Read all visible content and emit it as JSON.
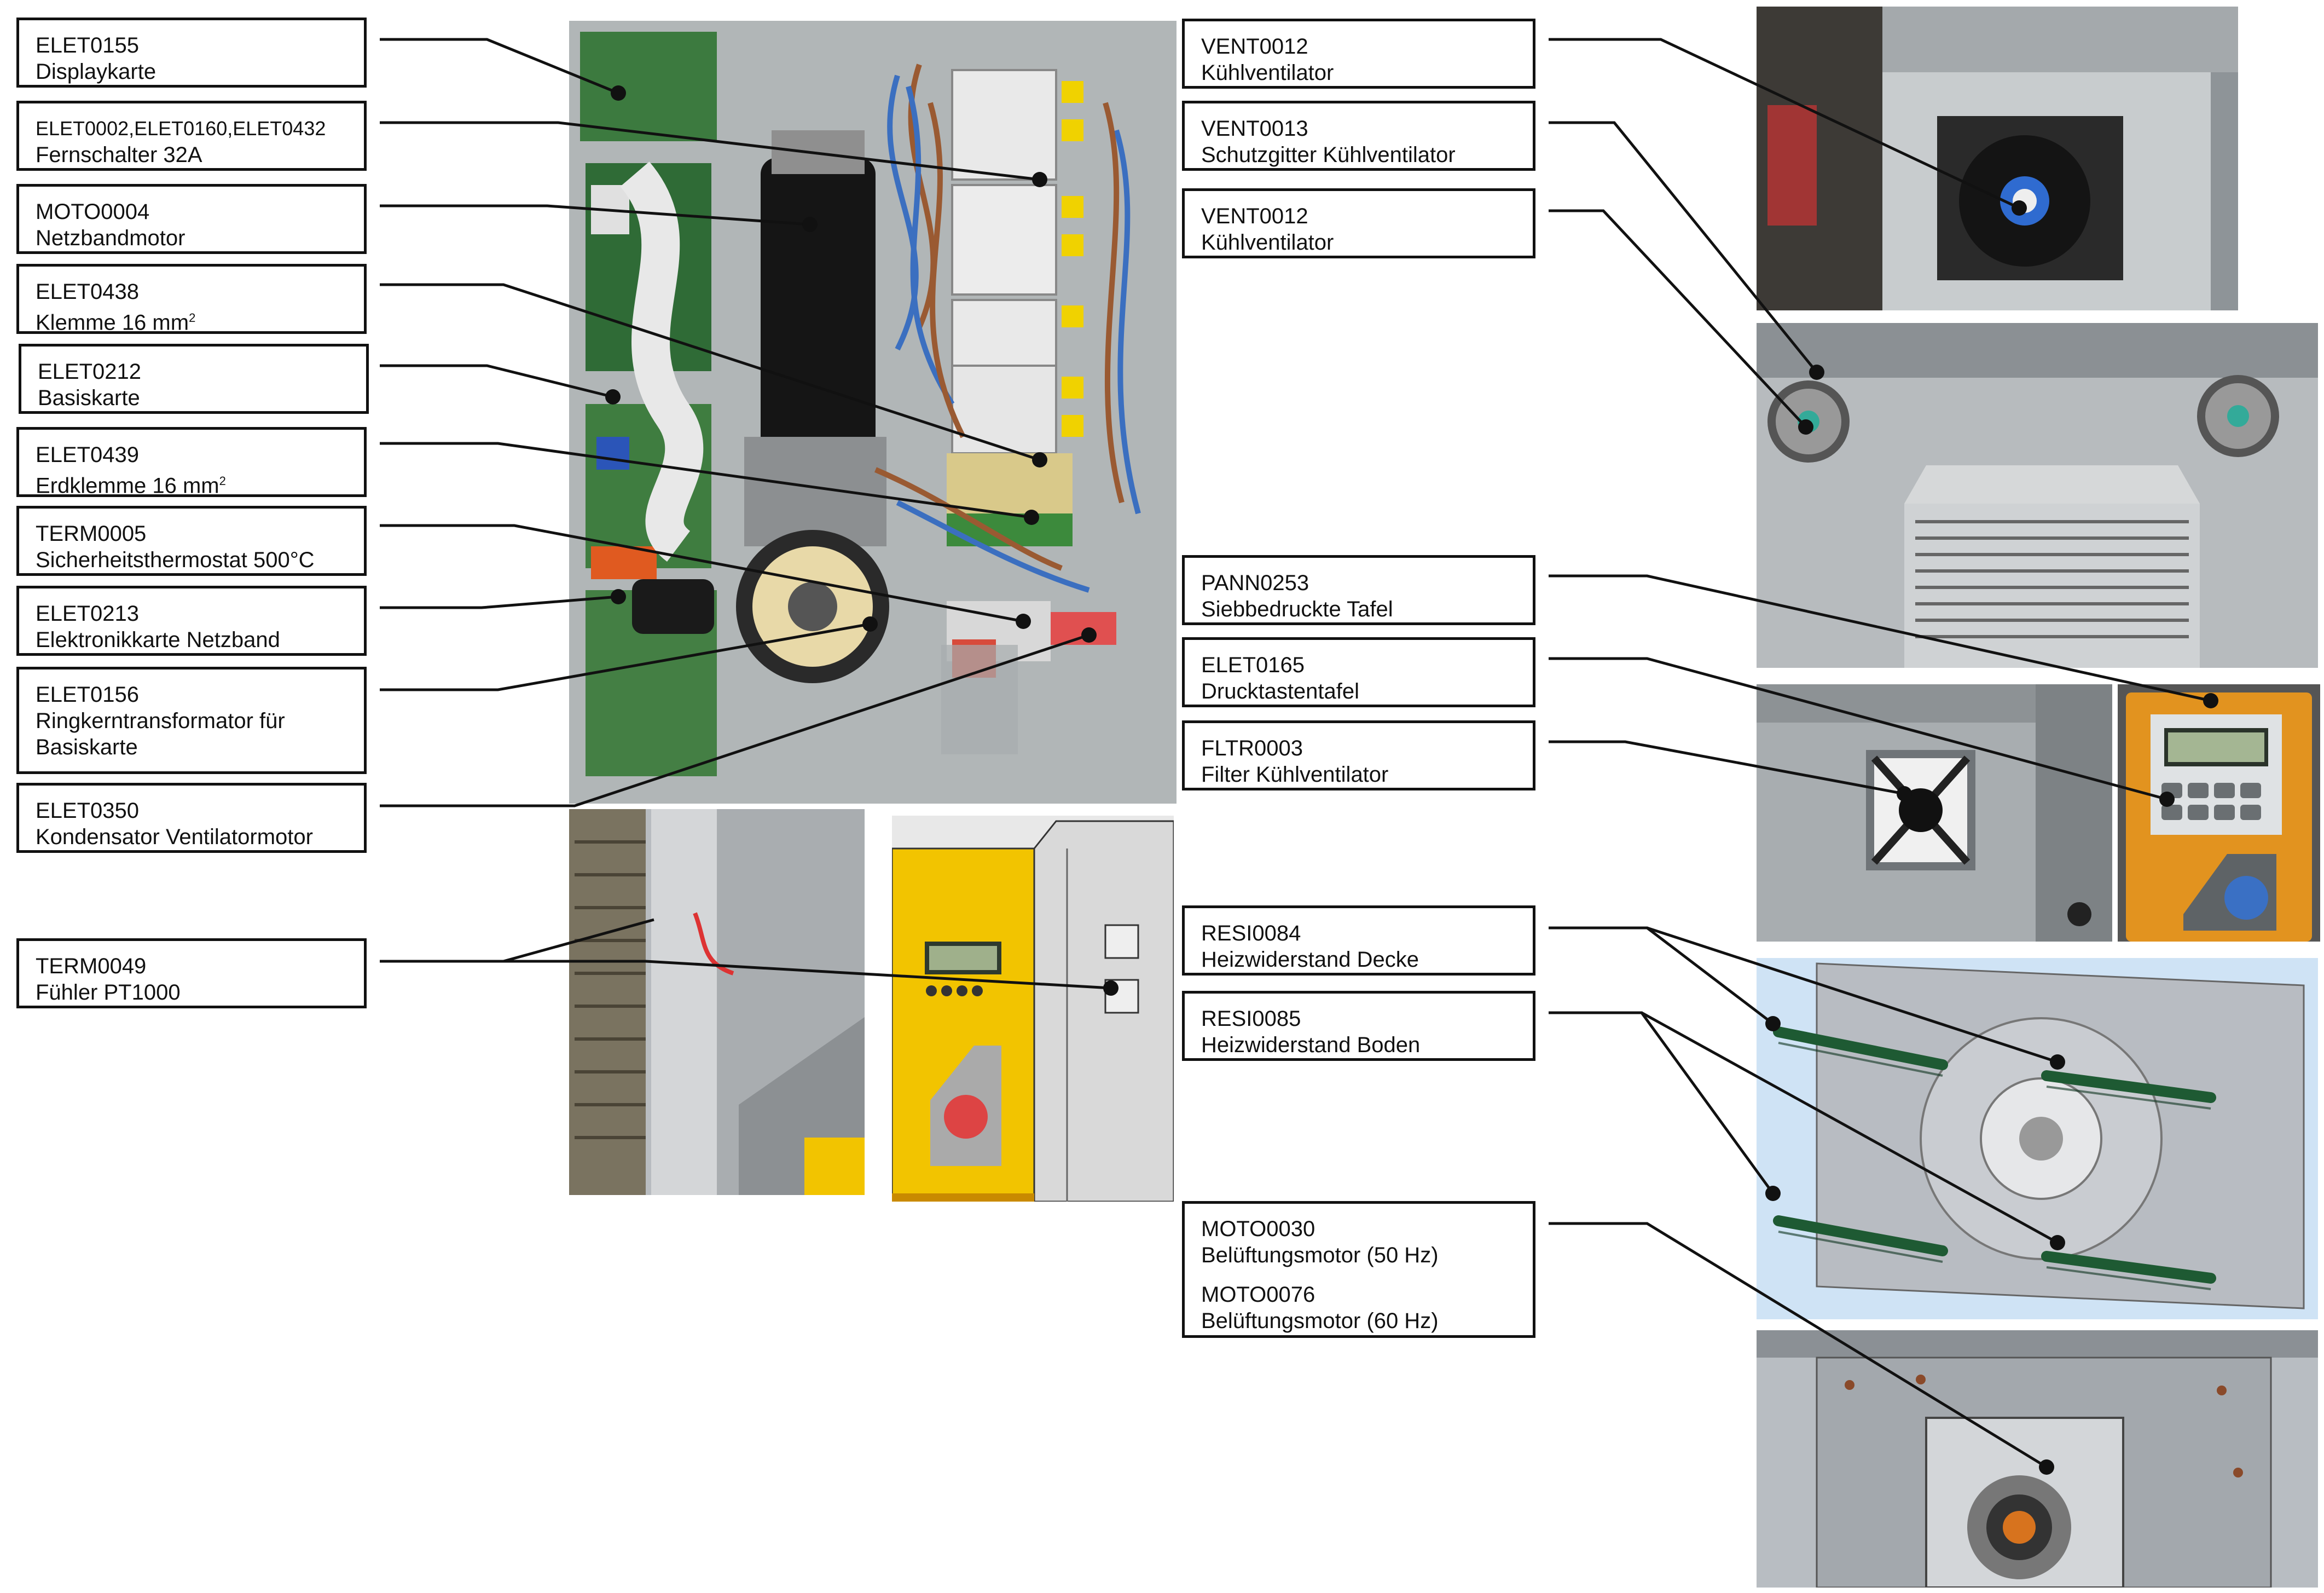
{
  "colors": {
    "frame": "#111111",
    "steel": "#b8bcc0",
    "steel_dark": "#6f7478",
    "control_panel_yellow": "#f2c400",
    "control_panel_orange": "#e2931f",
    "heater_green": "#1e5a33",
    "diagram_blue": "#cfe3f5",
    "wire_blue": "#3b6fc0",
    "wire_brown": "#9a5a32"
  },
  "labels": {
    "elet0155": {
      "code": "ELET0155",
      "desc": "Displaykarte"
    },
    "elet0002": {
      "code": "ELET0002,ELET0160,ELET0432",
      "desc": "Fernschalter 32A"
    },
    "moto0004": {
      "code": "MOTO0004",
      "desc": "Netzbandmotor"
    },
    "elet0438": {
      "code": "ELET0438",
      "desc": "Klemme 16 mm",
      "sup": "2"
    },
    "elet0212": {
      "code": "ELET0212",
      "desc": "Basiskarte"
    },
    "elet0439": {
      "code": "ELET0439",
      "desc": "Erdklemme 16 mm",
      "sup": "2"
    },
    "term0005": {
      "code": "TERM0005",
      "desc": "Sicherheitsthermostat 500°C"
    },
    "elet0213": {
      "code": "ELET0213",
      "desc": "Elektronikkarte Netzband"
    },
    "elet0156": {
      "code": "ELET0156",
      "desc": "Ringkerntransformator für Basiskarte"
    },
    "elet0350": {
      "code": "ELET0350",
      "desc": "Kondensator Ventilatormotor"
    },
    "term0049": {
      "code": "TERM0049",
      "desc": "Fühler PT1000"
    },
    "vent0012a": {
      "code": "VENT0012",
      "desc": "Kühlventilator"
    },
    "vent0013": {
      "code": "VENT0013",
      "desc": "Schutzgitter Kühlventilator"
    },
    "vent0012b": {
      "code": "VENT0012",
      "desc": "Kühlventilator"
    },
    "pann0253": {
      "code": "PANN0253",
      "desc": "Siebbedruckte Tafel"
    },
    "elet0165": {
      "code": "ELET0165",
      "desc": "Drucktastentafel"
    },
    "fltr0003": {
      "code": "FLTR0003",
      "desc": "Filter Kühlventilator"
    },
    "resi0084": {
      "code": "RESI0084",
      "desc": "Heizwiderstand Decke"
    },
    "resi0085": {
      "code": "RESI0085",
      "desc": "Heizwiderstand Boden"
    },
    "moto0030": {
      "code": "MOTO0030",
      "desc": "Belüftungsmotor (50 Hz)"
    },
    "moto0076": {
      "code": "MOTO0076",
      "desc": "Belüftungsmotor (60 Hz)"
    }
  }
}
